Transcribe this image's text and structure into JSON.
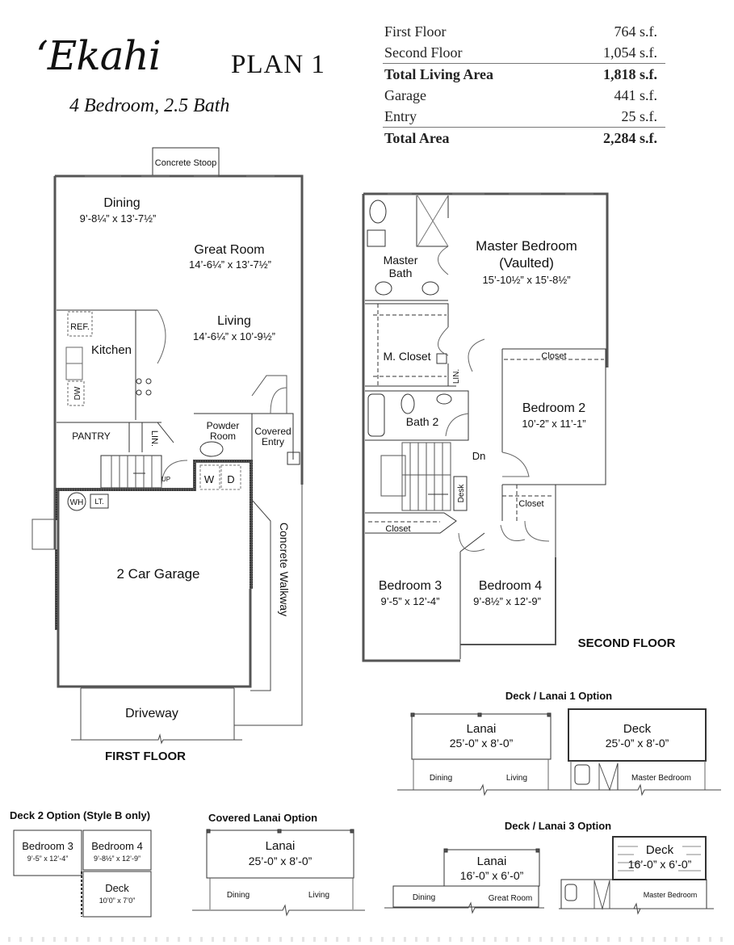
{
  "header": {
    "brand": "‘Ekahi",
    "plan": "PLAN 1",
    "subtitle": "4 Bedroom, 2.5 Bath"
  },
  "area_table": [
    {
      "label": "First Floor",
      "value": "764 s.f.",
      "bold": false,
      "rule_above": false
    },
    {
      "label": "Second Floor",
      "value": "1,054 s.f.",
      "bold": false,
      "rule_above": false
    },
    {
      "label": "Total Living Area",
      "value": "1,818 s.f.",
      "bold": true,
      "rule_above": true
    },
    {
      "label": "Garage",
      "value": "441 s.f.",
      "bold": false,
      "rule_above": false
    },
    {
      "label": "Entry",
      "value": "25 s.f.",
      "bold": false,
      "rule_above": false
    },
    {
      "label": "Total Area",
      "value": "2,284 s.f.",
      "bold": true,
      "rule_above": true
    }
  ],
  "first_floor": {
    "title": "FIRST FLOOR",
    "concrete_stoop": "Concrete Stoop",
    "dining": {
      "name": "Dining",
      "dims": "9’-8¼” x 13’-7½”"
    },
    "great_room": {
      "name": "Great Room",
      "dims": "14’-6¼” x 13’-7½”"
    },
    "living": {
      "name": "Living",
      "dims": "14’-6¼” x 10’-9½”"
    },
    "ref": "REF.",
    "kitchen": "Kitchen",
    "dw": "DW",
    "pantry": "PANTRY",
    "lin": "LIN.",
    "up": "UP",
    "powder_room": [
      "Powder",
      "Room"
    ],
    "covered_entry": [
      "Covered",
      "Entry"
    ],
    "washer": "W",
    "dryer": "D",
    "wh": "WH",
    "lt": "LT.",
    "garage": "2 Car Garage",
    "walkway": "Concrete Walkway",
    "driveway": "Driveway"
  },
  "second_floor": {
    "title": "SECOND FLOOR",
    "master_bedroom": {
      "name": "Master Bedroom",
      "note": "(Vaulted)",
      "dims": "15’-10½” x 15’-8½”"
    },
    "master_bath": [
      "Master",
      "Bath"
    ],
    "m_closet": "M. Closet",
    "lin": "LIN.",
    "closet_b2": "Closet",
    "bedroom2": {
      "name": "Bedroom 2",
      "dims": "10’-2” x 11’-1”"
    },
    "bath2": "Bath 2",
    "dn": "Dn",
    "desk": "Desk",
    "closet_b3": "Closet",
    "closet_b4": "Closet",
    "bedroom3": {
      "name": "Bedroom 3",
      "dims": "9’-5” x 12’-4”"
    },
    "bedroom4": {
      "name": "Bedroom 4",
      "dims": "9’-8½” x 12’-9”"
    }
  },
  "options": {
    "deck_lanai_1": {
      "title": "Deck / Lanai 1 Option",
      "lanai": {
        "name": "Lanai",
        "dims": "25’-0” x 8’-0”",
        "left": "Dining",
        "right": "Living"
      },
      "deck": {
        "name": "Deck",
        "dims": "25’-0” x 8’-0”",
        "room": "Master Bedroom"
      }
    },
    "deck_2": {
      "title": "Deck 2 Option (Style B only)",
      "bedroom3": {
        "name": "Bedroom 3",
        "dims": "9’-5” x 12’-4”"
      },
      "bedroom4": {
        "name": "Bedroom 4",
        "dims": "9’-8½” x 12’-9”"
      },
      "deck": {
        "name": "Deck",
        "dims": "10’0” x 7’0”"
      }
    },
    "covered_lanai": {
      "title": "Covered Lanai Option",
      "lanai": {
        "name": "Lanai",
        "dims": "25’-0” x 8’-0”",
        "left": "Dining",
        "right": "Living"
      }
    },
    "deck_lanai_3": {
      "title": "Deck / Lanai 3 Option",
      "lanai": {
        "name": "Lanai",
        "dims": "16’-0” x 6’-0”",
        "left": "Dining",
        "right": "Great Room"
      },
      "deck": {
        "name": "Deck",
        "dims": "16’-0” x 6’-0”",
        "room": "Master Bedroom"
      }
    }
  }
}
